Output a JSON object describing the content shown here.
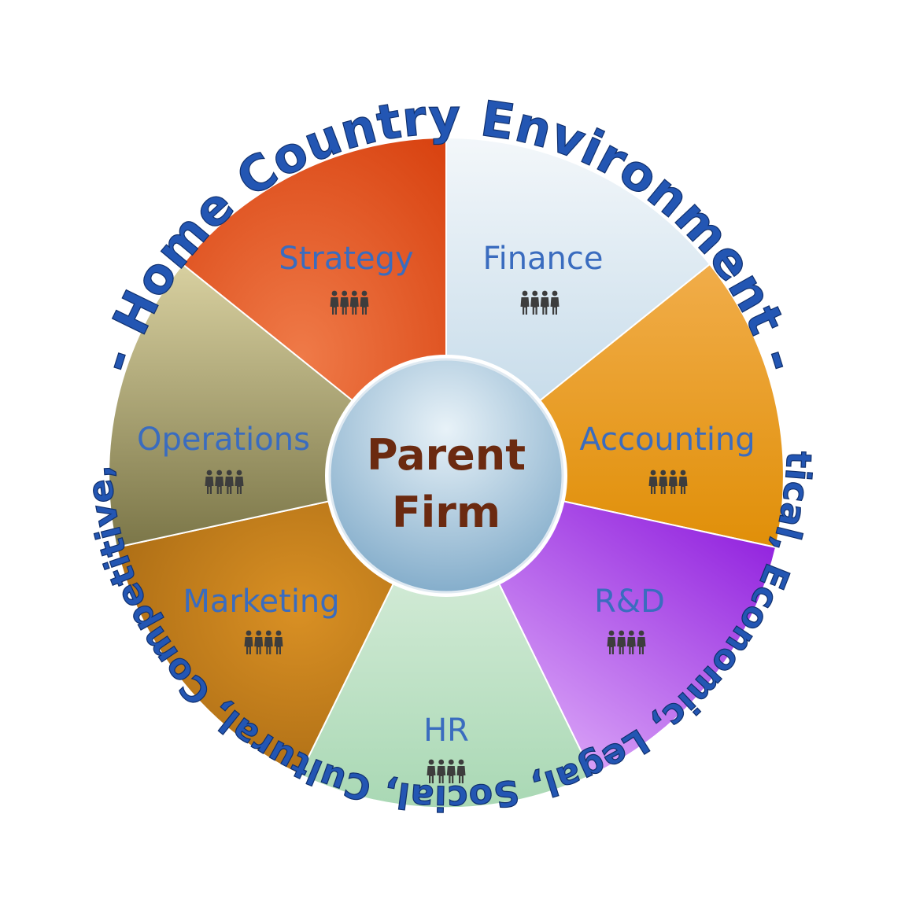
{
  "diagram": {
    "outer_top_text": "- Home Country Environment -",
    "outer_bottom_text": "Political, Economic, Legal, Social, Cultural, Competitive, etc.",
    "center": {
      "line1": "Parent",
      "line2": "Firm"
    },
    "segments": [
      {
        "label": "Strategy",
        "icon": "people-group-icon",
        "color_light": "#ef7a48",
        "color_dark": "#d94412"
      },
      {
        "label": "Finance",
        "icon": "people-group-icon",
        "color_light": "#f3f7fa",
        "color_dark": "#bcd5e6"
      },
      {
        "label": "Accounting",
        "icon": "people-group-icon",
        "color_light": "#f3a93a",
        "color_dark": "#e08f08"
      },
      {
        "label": "R&D",
        "icon": "people-group-icon",
        "color_light": "#dca8f8",
        "color_dark": "#9426df"
      },
      {
        "label": "HR",
        "icon": "people-group-icon",
        "color_light": "#e3f2e4",
        "color_dark": "#a9d8b4"
      },
      {
        "label": "Marketing",
        "icon": "people-group-icon",
        "color_light": "#d99024",
        "color_dark": "#9e6210"
      },
      {
        "label": "Operations",
        "icon": "people-group-icon",
        "color_light": "#d8d0a0",
        "color_dark": "#7b7648"
      }
    ]
  }
}
